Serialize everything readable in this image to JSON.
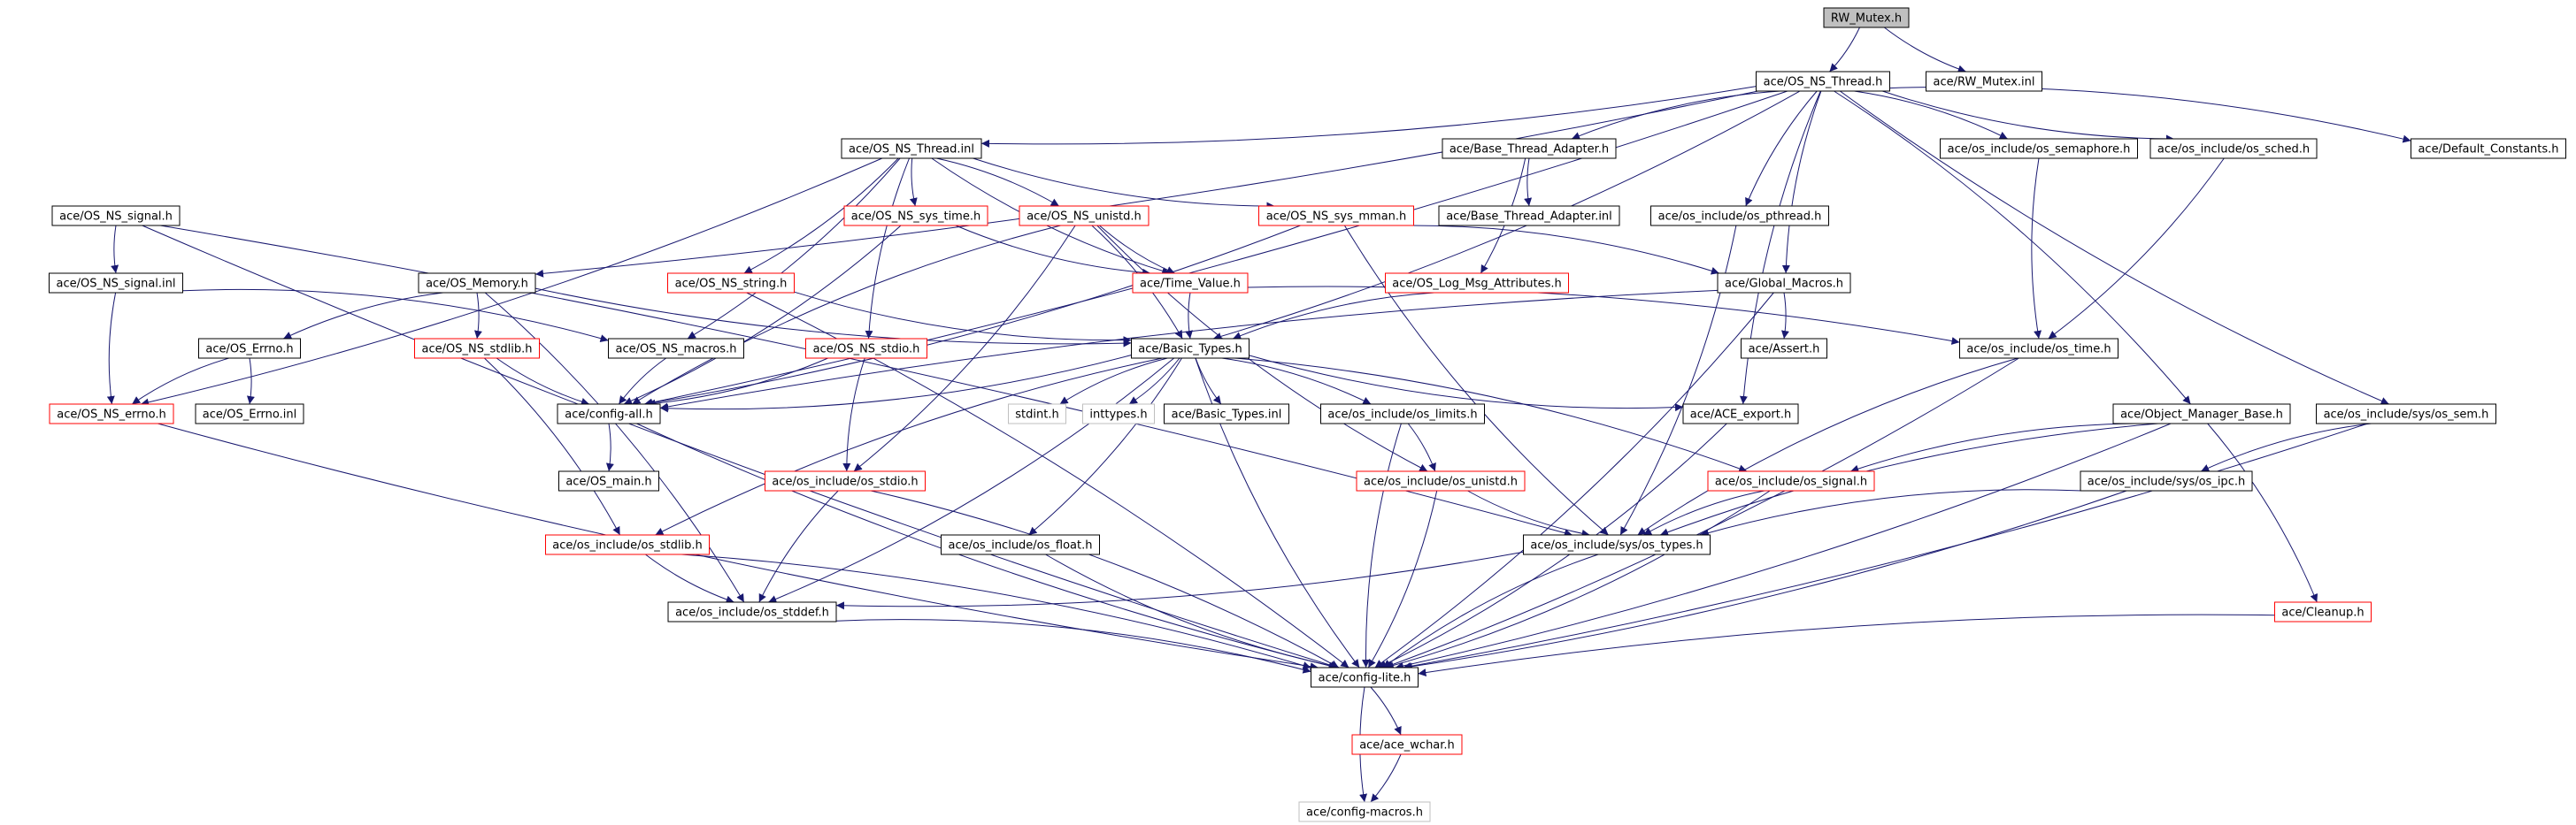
{
  "nodes": [
    {
      "id": "rw_mutex_h",
      "label": "RW_Mutex.h",
      "style": "root"
    },
    {
      "id": "os_ns_thread_h",
      "label": "ace/OS_NS_Thread.h",
      "style": "black"
    },
    {
      "id": "rw_mutex_inl",
      "label": "ace/RW_Mutex.inl",
      "style": "black"
    },
    {
      "id": "os_ns_thread_inl",
      "label": "ace/OS_NS_Thread.inl",
      "style": "black"
    },
    {
      "id": "base_thread_adapter_h",
      "label": "ace/Base_Thread_Adapter.h",
      "style": "black"
    },
    {
      "id": "os_semaphore_h",
      "label": "ace/os_include/os_semaphore.h",
      "style": "black"
    },
    {
      "id": "os_sched_h",
      "label": "ace/os_include/os_sched.h",
      "style": "black"
    },
    {
      "id": "default_constants_h",
      "label": "ace/Default_Constants.h",
      "style": "black"
    },
    {
      "id": "os_ns_signal_h",
      "label": "ace/OS_NS_signal.h",
      "style": "black"
    },
    {
      "id": "base_thread_adapter_inl",
      "label": "ace/Base_Thread_Adapter.inl",
      "style": "black"
    },
    {
      "id": "os_pthread_h",
      "label": "ace/os_include/os_pthread.h",
      "style": "black"
    },
    {
      "id": "os_ns_sys_time_h",
      "label": "ace/OS_NS_sys_time.h",
      "style": "red"
    },
    {
      "id": "os_ns_unistd_h",
      "label": "ace/OS_NS_unistd.h",
      "style": "red"
    },
    {
      "id": "os_ns_sys_mman_h",
      "label": "ace/OS_NS_sys_mman.h",
      "style": "red"
    },
    {
      "id": "os_ns_signal_inl",
      "label": "ace/OS_NS_signal.inl",
      "style": "black"
    },
    {
      "id": "os_memory_h",
      "label": "ace/OS_Memory.h",
      "style": "black"
    },
    {
      "id": "os_ns_string_h",
      "label": "ace/OS_NS_string.h",
      "style": "red"
    },
    {
      "id": "time_value_h",
      "label": "ace/Time_Value.h",
      "style": "red"
    },
    {
      "id": "os_log_msg_attributes_h",
      "label": "ace/OS_Log_Msg_Attributes.h",
      "style": "red"
    },
    {
      "id": "global_macros_h",
      "label": "ace/Global_Macros.h",
      "style": "black"
    },
    {
      "id": "os_errno_h",
      "label": "ace/OS_Errno.h",
      "style": "black"
    },
    {
      "id": "os_ns_stdlib_h",
      "label": "ace/OS_NS_stdlib.h",
      "style": "red"
    },
    {
      "id": "os_ns_macros_h",
      "label": "ace/OS_NS_macros.h",
      "style": "black"
    },
    {
      "id": "os_ns_stdio_h",
      "label": "ace/OS_NS_stdio.h",
      "style": "red"
    },
    {
      "id": "basic_types_h",
      "label": "ace/Basic_Types.h",
      "style": "black"
    },
    {
      "id": "assert_h",
      "label": "ace/Assert.h",
      "style": "black"
    },
    {
      "id": "os_time_h",
      "label": "ace/os_include/os_time.h",
      "style": "black"
    },
    {
      "id": "os_ns_errno_h",
      "label": "ace/OS_NS_errno.h",
      "style": "red"
    },
    {
      "id": "os_errno_inl",
      "label": "ace/OS_Errno.inl",
      "style": "black"
    },
    {
      "id": "config_all_h",
      "label": "ace/config-all.h",
      "style": "black"
    },
    {
      "id": "stdint_h",
      "label": "stdint.h",
      "style": "gray"
    },
    {
      "id": "inttypes_h",
      "label": "inttypes.h",
      "style": "gray"
    },
    {
      "id": "basic_types_inl",
      "label": "ace/Basic_Types.inl",
      "style": "black"
    },
    {
      "id": "os_limits_h",
      "label": "ace/os_include/os_limits.h",
      "style": "black"
    },
    {
      "id": "ace_export_h",
      "label": "ace/ACE_export.h",
      "style": "black"
    },
    {
      "id": "object_manager_base_h",
      "label": "ace/Object_Manager_Base.h",
      "style": "black"
    },
    {
      "id": "os_sem_h",
      "label": "ace/os_include/sys/os_sem.h",
      "style": "black"
    },
    {
      "id": "os_main_h",
      "label": "ace/OS_main.h",
      "style": "black"
    },
    {
      "id": "os_stdio_h",
      "label": "ace/os_include/os_stdio.h",
      "style": "red"
    },
    {
      "id": "os_unistd_h",
      "label": "ace/os_include/os_unistd.h",
      "style": "red"
    },
    {
      "id": "os_signal_h",
      "label": "ace/os_include/os_signal.h",
      "style": "red"
    },
    {
      "id": "os_ipc_h",
      "label": "ace/os_include/sys/os_ipc.h",
      "style": "black"
    },
    {
      "id": "os_stdlib_h",
      "label": "ace/os_include/os_stdlib.h",
      "style": "red"
    },
    {
      "id": "os_float_h",
      "label": "ace/os_include/os_float.h",
      "style": "black"
    },
    {
      "id": "os_types_h",
      "label": "ace/os_include/sys/os_types.h",
      "style": "black"
    },
    {
      "id": "os_stddef_h",
      "label": "ace/os_include/os_stddef.h",
      "style": "black"
    },
    {
      "id": "cleanup_h",
      "label": "ace/Cleanup.h",
      "style": "red"
    },
    {
      "id": "config_lite_h",
      "label": "ace/config-lite.h",
      "style": "black"
    },
    {
      "id": "ace_wchar_h",
      "label": "ace/ace_wchar.h",
      "style": "red"
    },
    {
      "id": "config_macros_h",
      "label": "ace/config-macros.h",
      "style": "gray"
    }
  ],
  "edges": [
    [
      "rw_mutex_h",
      "os_ns_thread_h"
    ],
    [
      "rw_mutex_h",
      "rw_mutex_inl"
    ],
    [
      "os_ns_thread_h",
      "os_ns_thread_inl"
    ],
    [
      "os_ns_thread_h",
      "base_thread_adapter_h"
    ],
    [
      "os_ns_thread_h",
      "os_semaphore_h"
    ],
    [
      "os_ns_thread_h",
      "os_sched_h"
    ],
    [
      "os_ns_thread_h",
      "default_constants_h"
    ],
    [
      "os_ns_thread_h",
      "os_pthread_h"
    ],
    [
      "os_ns_thread_h",
      "os_memory_h"
    ],
    [
      "os_ns_thread_h",
      "global_macros_h"
    ],
    [
      "os_ns_thread_h",
      "basic_types_h"
    ],
    [
      "os_ns_thread_h",
      "ace_export_h"
    ],
    [
      "os_ns_thread_h",
      "object_manager_base_h"
    ],
    [
      "os_ns_thread_h",
      "os_sem_h"
    ],
    [
      "os_ns_thread_h",
      "config_all_h"
    ],
    [
      "os_ns_thread_inl",
      "os_ns_sys_time_h"
    ],
    [
      "os_ns_thread_inl",
      "os_ns_unistd_h"
    ],
    [
      "os_ns_thread_inl",
      "os_ns_sys_mman_h"
    ],
    [
      "os_ns_thread_inl",
      "os_ns_string_h"
    ],
    [
      "os_ns_thread_inl",
      "time_value_h"
    ],
    [
      "os_ns_thread_inl",
      "os_ns_macros_h"
    ],
    [
      "os_ns_thread_inl",
      "os_ns_stdio_h"
    ],
    [
      "os_ns_thread_inl",
      "os_ns_errno_h"
    ],
    [
      "base_thread_adapter_h",
      "base_thread_adapter_inl"
    ],
    [
      "base_thread_adapter_h",
      "os_log_msg_attributes_h"
    ],
    [
      "os_semaphore_h",
      "os_time_h"
    ],
    [
      "os_sched_h",
      "os_time_h"
    ],
    [
      "os_ns_signal_h",
      "os_ns_signal_inl"
    ],
    [
      "os_ns_signal_h",
      "os_types_h"
    ],
    [
      "os_ns_signal_h",
      "config_lite_h"
    ],
    [
      "os_pthread_h",
      "os_types_h"
    ],
    [
      "os_ns_sys_time_h",
      "time_value_h"
    ],
    [
      "os_ns_sys_time_h",
      "config_all_h"
    ],
    [
      "os_ns_unistd_h",
      "time_value_h"
    ],
    [
      "os_ns_unistd_h",
      "basic_types_h"
    ],
    [
      "os_ns_unistd_h",
      "os_unistd_h"
    ],
    [
      "os_ns_unistd_h",
      "os_stdio_h"
    ],
    [
      "os_ns_unistd_h",
      "config_all_h"
    ],
    [
      "os_ns_sys_mman_h",
      "global_macros_h"
    ],
    [
      "os_ns_sys_mman_h",
      "os_types_h"
    ],
    [
      "os_ns_sys_mman_h",
      "config_all_h"
    ],
    [
      "os_ns_signal_inl",
      "os_ns_errno_h"
    ],
    [
      "os_ns_signal_inl",
      "os_ns_macros_h"
    ],
    [
      "os_memory_h",
      "os_errno_h"
    ],
    [
      "os_memory_h",
      "os_ns_stdlib_h"
    ],
    [
      "os_memory_h",
      "basic_types_h"
    ],
    [
      "os_memory_h",
      "os_stddef_h"
    ],
    [
      "os_ns_string_h",
      "basic_types_h"
    ],
    [
      "os_ns_string_h",
      "config_lite_h"
    ],
    [
      "time_value_h",
      "basic_types_h"
    ],
    [
      "time_value_h",
      "os_time_h"
    ],
    [
      "os_log_msg_attributes_h",
      "basic_types_h"
    ],
    [
      "global_macros_h",
      "assert_h"
    ],
    [
      "global_macros_h",
      "config_all_h"
    ],
    [
      "global_macros_h",
      "config_lite_h"
    ],
    [
      "os_errno_h",
      "os_ns_errno_h"
    ],
    [
      "os_errno_h",
      "os_errno_inl"
    ],
    [
      "os_ns_stdlib_h",
      "config_all_h"
    ],
    [
      "os_ns_stdlib_h",
      "os_stdlib_h"
    ],
    [
      "os_ns_macros_h",
      "config_all_h"
    ],
    [
      "os_ns_stdio_h",
      "config_all_h"
    ],
    [
      "os_ns_stdio_h",
      "os_stdio_h"
    ],
    [
      "basic_types_h",
      "config_all_h"
    ],
    [
      "basic_types_h",
      "stdint_h"
    ],
    [
      "basic_types_h",
      "inttypes_h"
    ],
    [
      "basic_types_h",
      "basic_types_inl"
    ],
    [
      "basic_types_h",
      "os_limits_h"
    ],
    [
      "basic_types_h",
      "ace_export_h"
    ],
    [
      "basic_types_h",
      "os_float_h"
    ],
    [
      "basic_types_h",
      "os_stdlib_h"
    ],
    [
      "basic_types_h",
      "os_stddef_h"
    ],
    [
      "basic_types_h",
      "config_lite_h"
    ],
    [
      "basic_types_h",
      "os_signal_h"
    ],
    [
      "os_time_h",
      "os_types_h"
    ],
    [
      "os_time_h",
      "config_lite_h"
    ],
    [
      "os_ns_errno_h",
      "config_lite_h"
    ],
    [
      "config_all_h",
      "os_main_h"
    ],
    [
      "config_all_h",
      "config_lite_h"
    ],
    [
      "os_limits_h",
      "os_unistd_h"
    ],
    [
      "os_limits_h",
      "config_lite_h"
    ],
    [
      "ace_export_h",
      "config_lite_h"
    ],
    [
      "object_manager_base_h",
      "os_signal_h"
    ],
    [
      "object_manager_base_h",
      "cleanup_h"
    ],
    [
      "object_manager_base_h",
      "os_types_h"
    ],
    [
      "object_manager_base_h",
      "config_lite_h"
    ],
    [
      "os_sem_h",
      "os_ipc_h"
    ],
    [
      "os_sem_h",
      "config_lite_h"
    ],
    [
      "os_stdio_h",
      "os_stddef_h"
    ],
    [
      "os_stdio_h",
      "config_lite_h"
    ],
    [
      "os_unistd_h",
      "os_types_h"
    ],
    [
      "os_unistd_h",
      "config_lite_h"
    ],
    [
      "os_signal_h",
      "os_types_h"
    ],
    [
      "os_signal_h",
      "config_lite_h"
    ],
    [
      "os_ipc_h",
      "os_types_h"
    ],
    [
      "os_ipc_h",
      "config_lite_h"
    ],
    [
      "os_stdlib_h",
      "os_stddef_h"
    ],
    [
      "os_stdlib_h",
      "config_lite_h"
    ],
    [
      "os_float_h",
      "config_lite_h"
    ],
    [
      "os_types_h",
      "os_stddef_h"
    ],
    [
      "os_types_h",
      "config_lite_h"
    ],
    [
      "os_stddef_h",
      "config_lite_h"
    ],
    [
      "cleanup_h",
      "config_lite_h"
    ],
    [
      "config_lite_h",
      "ace_wchar_h"
    ],
    [
      "config_lite_h",
      "config_macros_h"
    ],
    [
      "ace_wchar_h",
      "config_macros_h"
    ]
  ],
  "colors": {
    "edge": "#191970",
    "node_border": "#000000",
    "node_red": "#ff0000",
    "node_gray": "#bfbfbf",
    "root_fill": "#bfbfbf",
    "text": "#000000"
  }
}
